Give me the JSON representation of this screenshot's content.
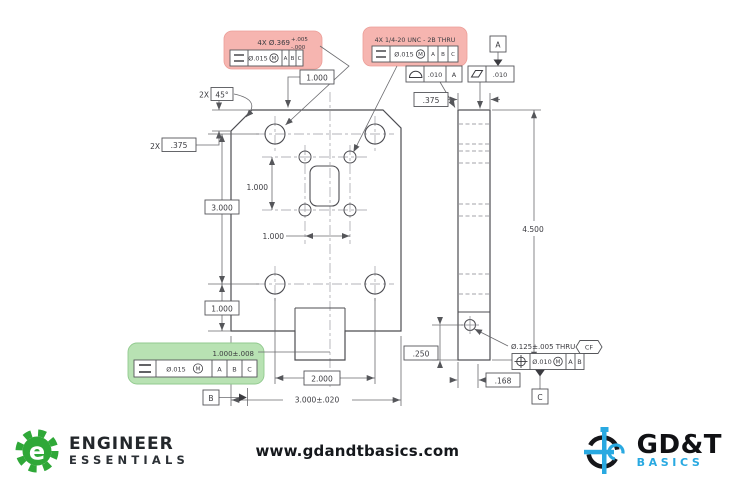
{
  "drawing": {
    "dimensions": {
      "chamfer_angle_qty": "2X",
      "chamfer_angle": "45°",
      "chamfer_size_qty": "2X",
      "chamfer_size": ".375",
      "hole_rows_span": "3.000",
      "bottom_row_offset": "1.000",
      "top_hole_offset": "1.000",
      "pattern_vertical": "1.000",
      "pattern_horizontal": "1.000",
      "bottom_holes_span": "2.000",
      "overall_width": "3.000±.020",
      "thickness": ".375",
      "overall_height": "4.500",
      "pin_hole_height": ".250",
      "pin_hole_offset": ".168"
    },
    "datums": {
      "a": "A",
      "b": "B",
      "c": "C"
    },
    "callouts": {
      "pattern_holes": {
        "label": "4X Ø.369",
        "tol_plus": "+.005",
        "tol_minus": "-.000",
        "fcf": {
          "tolerance": "Ø.015",
          "modifier": "M",
          "d1": "A",
          "d2": "B",
          "d3": "C"
        }
      },
      "tapped_holes": {
        "label": "4X 1/4-20 UNC - 2B THRU",
        "fcf": {
          "tolerance": "Ø.015",
          "modifier": "M",
          "d1": "A",
          "d2": "B",
          "d3": "C"
        }
      },
      "tab": {
        "label": "1.000±.008",
        "fcf": {
          "tolerance": "Ø.015",
          "modifier": "M",
          "d1": "A",
          "d2": "B",
          "d3": "C"
        }
      },
      "pin_hole": {
        "label": "Ø.125±.005 THRU",
        "cf": "CF",
        "fcf": {
          "tolerance": "Ø.010",
          "modifier": "M",
          "d1": "A",
          "d2": "B"
        }
      },
      "surface_profile": {
        "tolerance": ".010",
        "datum": "A"
      },
      "flatness": {
        "tolerance": ".010"
      }
    },
    "colors": {
      "highlight_red": "#f6b5b0",
      "highlight_green": "#b8e2b3",
      "line": "#55565a",
      "logo_green": "#2fa838",
      "logo_blue": "#29a9e1"
    }
  },
  "footer": {
    "left_logo": {
      "name": "ENGINEER",
      "sub": "ESSENTIALS",
      "letter": "e"
    },
    "website": "www.gdandtbasics.com",
    "right_logo": {
      "name": "GD&T",
      "sub": "BASICS"
    }
  }
}
